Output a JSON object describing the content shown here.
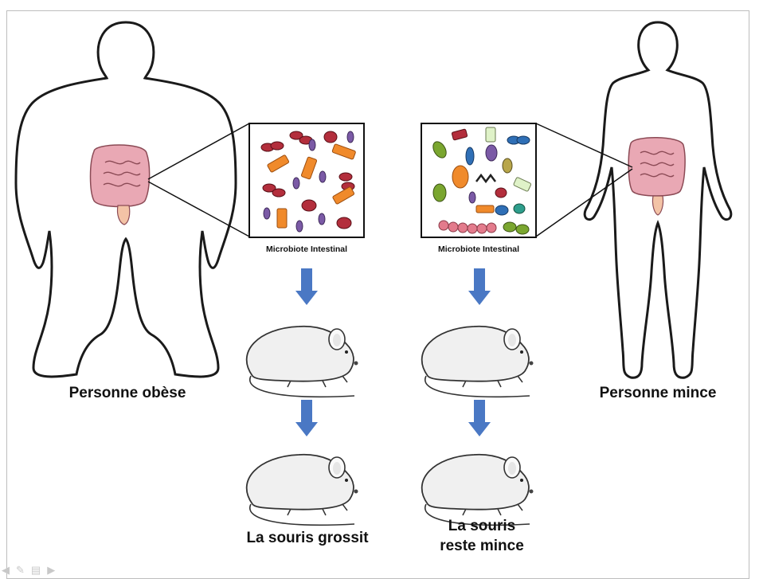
{
  "labels": {
    "obese_person": "Personne obèse",
    "thin_person": "Personne mince",
    "microbiota_left": "Microbiote Intestinal",
    "microbiota_right": "Microbiote Intestinal",
    "mouse_gains": "La souris grossit",
    "mouse_thin_line1": "La souris",
    "mouse_thin_line2": "reste mince"
  },
  "colors": {
    "outline": "#1a1a1a",
    "intestine": "#e9a8b4",
    "arrow": "#4a78c4",
    "bacteria_red": "#b32e3c",
    "bacteria_purple": "#7b5aa6",
    "bacteria_orange": "#f08a2b",
    "bacteria_green": "#7aa62f",
    "bacteria_blue": "#2f6fb6",
    "bacteria_pink": "#e37b8c"
  },
  "toolbar": {
    "icons": [
      "arrow-left-icon",
      "pen-icon",
      "slides-icon",
      "arrow-right-icon"
    ]
  }
}
